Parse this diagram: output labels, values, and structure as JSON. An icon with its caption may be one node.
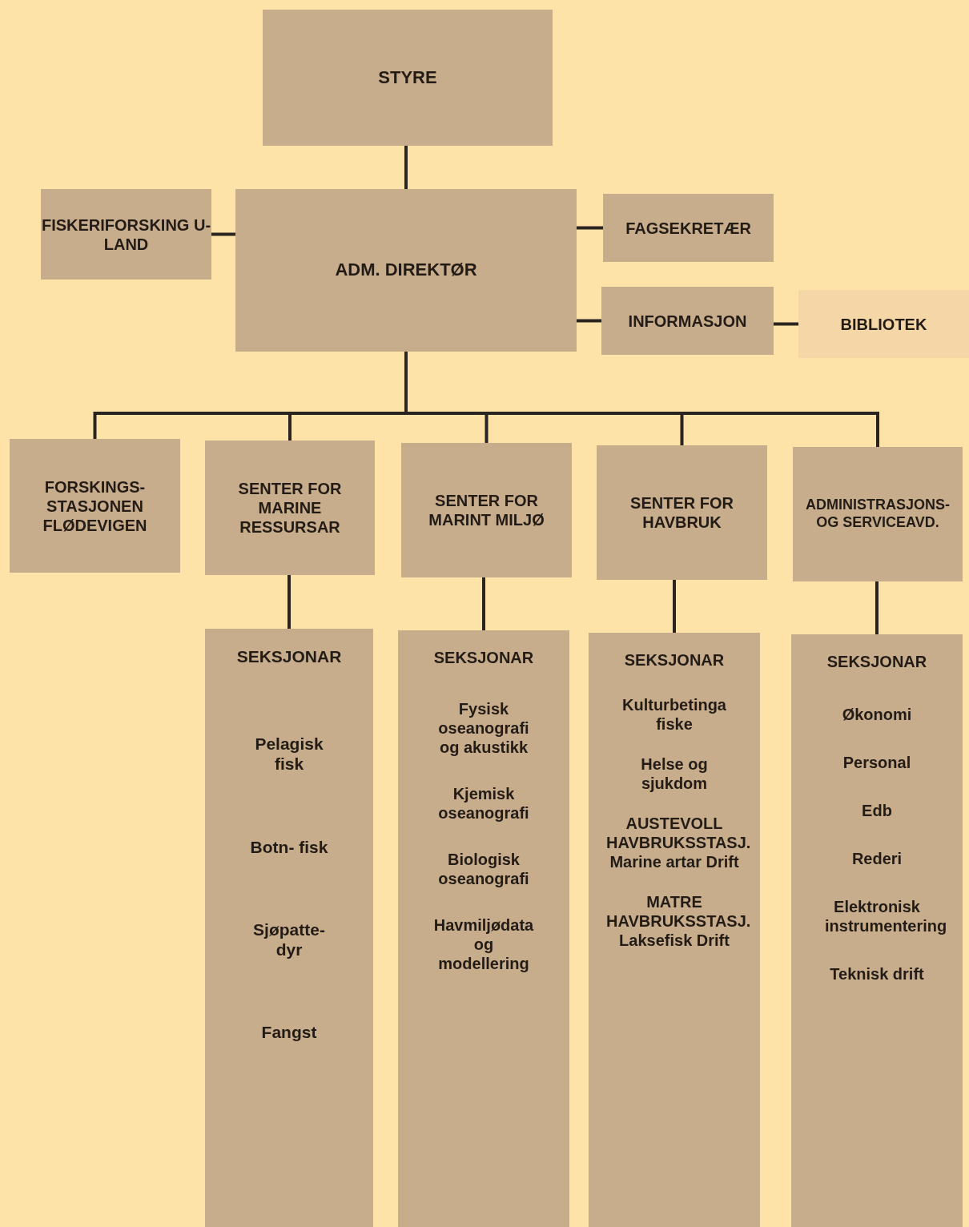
{
  "diagram": {
    "nodes": [
      {
        "text": [
          "STYRE"
        ]
      },
      {
        "text": [
          "FISKERIFORSKING U-LAND"
        ]
      },
      {
        "text": [
          "ADM. DIREKTØR"
        ]
      },
      {
        "text": [
          "FAGSEKRETÆR"
        ]
      },
      {
        "text": [
          "INFORMASJON"
        ]
      },
      {
        "text": [
          "BIBLIOTEK"
        ]
      },
      {
        "text": [
          "FORSKINGS- STASJONEN FLØDEVIGEN"
        ]
      },
      {
        "text": [
          "SENTER FOR MARINE RESSURSAR"
        ]
      },
      {
        "text": [
          "SENTER FOR MARINT MILJØ"
        ]
      },
      {
        "text": [
          "SENTER FOR HAVBRUK"
        ]
      },
      {
        "text": [
          "ADMINISTRASJONS- OG SERVICEAVD."
        ]
      },
      {
        "text": [
          "SEKSJONAR",
          "Pelagisk fisk",
          "Botn- fisk",
          "Sjøpatte- dyr",
          "Fangst"
        ]
      },
      {
        "text": [
          "SEKSJONAR",
          "Fysisk oseanografi og akustikk",
          "Kjemisk oseanografi",
          "Biologisk oseanografi",
          "Havmiljødata og modellering"
        ]
      },
      {
        "text": [
          "SEKSJONAR",
          "Kulturbetinga fiske",
          "Helse og sjukdom",
          "AUSTEVOLL HAVBRUKSSTASJ. Marine artar Drift",
          "MATRE HAVBRUKSSTASJ. Laksefisk Drift"
        ]
      },
      {
        "text": [
          "SEKSJONAR",
          "Økonomi",
          "Personal",
          "Edb",
          "Rederi",
          "Elektronisk instrumentering",
          "Teknisk drift"
        ]
      }
    ],
    "edges": [
      {
        "from": 0,
        "to": 2,
        "arrow": "none"
      },
      {
        "from": 2,
        "to": 1,
        "arrow": "none"
      },
      {
        "from": 2,
        "to": 3,
        "arrow": "none"
      },
      {
        "from": 2,
        "to": 4,
        "arrow": "none"
      },
      {
        "from": 4,
        "to": 5,
        "arrow": "none"
      },
      {
        "from": 2,
        "to": 6,
        "arrow": "none"
      },
      {
        "from": 2,
        "to": 7,
        "arrow": "none"
      },
      {
        "from": 2,
        "to": 8,
        "arrow": "none"
      },
      {
        "from": 2,
        "to": 9,
        "arrow": "none"
      },
      {
        "from": 2,
        "to": 10,
        "arrow": "none"
      },
      {
        "from": 7,
        "to": 11,
        "arrow": "none"
      },
      {
        "from": 8,
        "to": 12,
        "arrow": "none"
      },
      {
        "from": 9,
        "to": 13,
        "arrow": "none"
      },
      {
        "from": 10,
        "to": 14,
        "arrow": "none"
      }
    ]
  }
}
